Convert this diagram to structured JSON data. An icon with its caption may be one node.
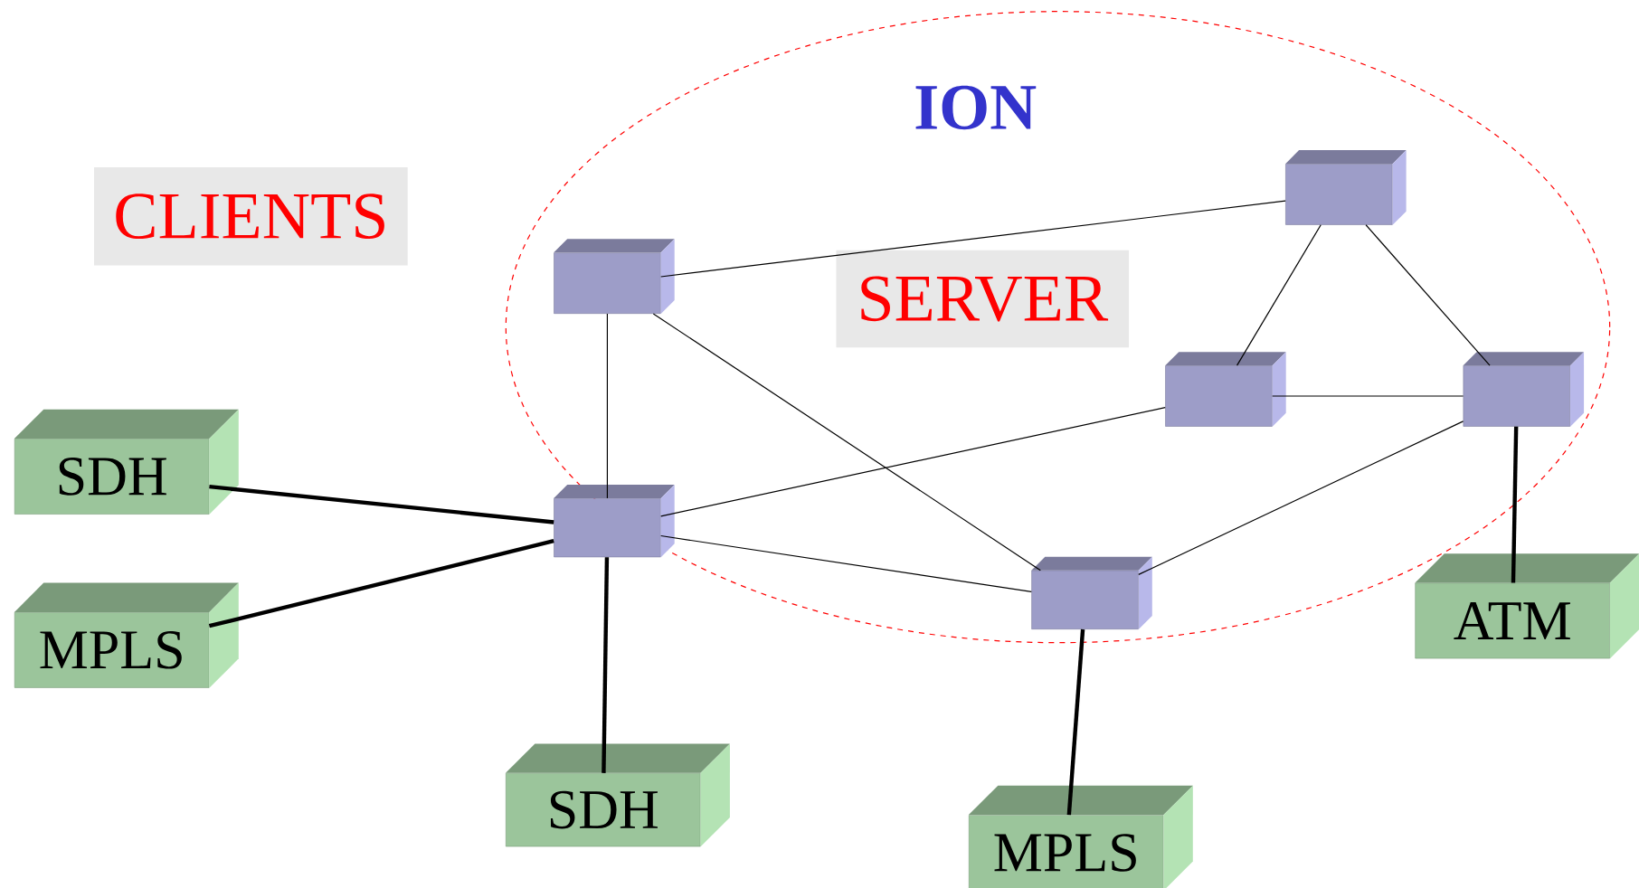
{
  "diagram": {
    "nodes": [
      {
        "text": [
          "ION"
        ]
      },
      {
        "text": [
          "CLIENTS"
        ]
      },
      {
        "text": [
          "SERVER"
        ],
        "in": 0
      },
      {
        "text": [],
        "shape": "box",
        "in": 0
      },
      {
        "text": [],
        "shape": "box",
        "in": 0
      },
      {
        "text": [],
        "shape": "box",
        "in": 0
      },
      {
        "text": [],
        "shape": "box",
        "in": 0
      },
      {
        "text": [],
        "shape": "box"
      },
      {
        "text": [],
        "shape": "box",
        "in": 0
      },
      {
        "text": [
          "SDH"
        ]
      },
      {
        "text": [
          "MPLS"
        ]
      },
      {
        "text": [
          "ATM"
        ]
      },
      {
        "text": [
          "SDH"
        ]
      },
      {
        "text": [
          "MPLS"
        ]
      }
    ],
    "edges": [
      {
        "from": 4,
        "to": 3,
        "arrow": "none"
      },
      {
        "from": 4,
        "to": 8,
        "arrow": "none"
      },
      {
        "from": 4,
        "to": 7,
        "arrow": "none"
      },
      {
        "from": 3,
        "to": 5,
        "arrow": "none"
      },
      {
        "from": 3,
        "to": 6,
        "arrow": "none"
      },
      {
        "from": 5,
        "to": 6,
        "arrow": "none"
      },
      {
        "from": 5,
        "to": 7,
        "arrow": "none"
      },
      {
        "from": 7,
        "to": 8,
        "arrow": "none"
      },
      {
        "from": 8,
        "to": 6,
        "arrow": "none"
      },
      {
        "from": 9,
        "to": 7,
        "arrow": "none",
        "style": "thick"
      },
      {
        "from": 10,
        "to": 7,
        "arrow": "none",
        "style": "thick"
      },
      {
        "from": 7,
        "to": 12,
        "arrow": "none",
        "style": "thick"
      },
      {
        "from": 8,
        "to": 13,
        "arrow": "none",
        "style": "thick"
      },
      {
        "from": 6,
        "to": 11,
        "arrow": "none",
        "style": "thick"
      }
    ]
  }
}
